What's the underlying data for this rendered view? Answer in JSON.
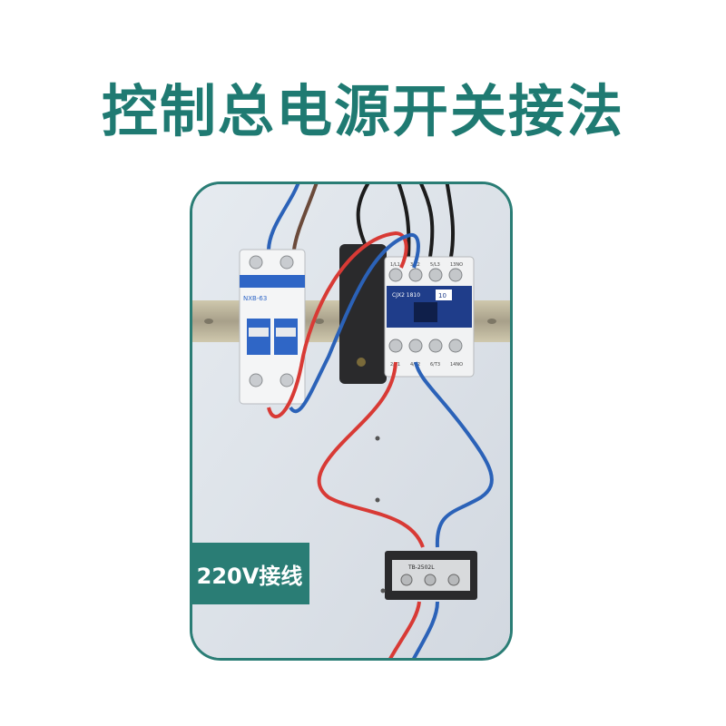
{
  "header": {
    "title": "控制总电源开关接法"
  },
  "photo": {
    "caption": "220V接线",
    "breaker_label": "NXB-63",
    "contactor_model": "CJX2 1810",
    "contactor_badge": "10",
    "contactor_top_terminals": [
      "1/L1",
      "3/L2",
      "5/L3",
      "13NO"
    ],
    "contactor_bottom_terminals": [
      "2/T1",
      "4/T2",
      "6/T3",
      "14NO"
    ],
    "terminal_block_label": "TB-2502L"
  },
  "colors": {
    "title": "#1f7a72",
    "frame": "#2a7d75",
    "panel": "#dde3ea",
    "wire_red": "#d83a35",
    "wire_blue": "#2b62b8",
    "rail": "#b9b39c"
  }
}
